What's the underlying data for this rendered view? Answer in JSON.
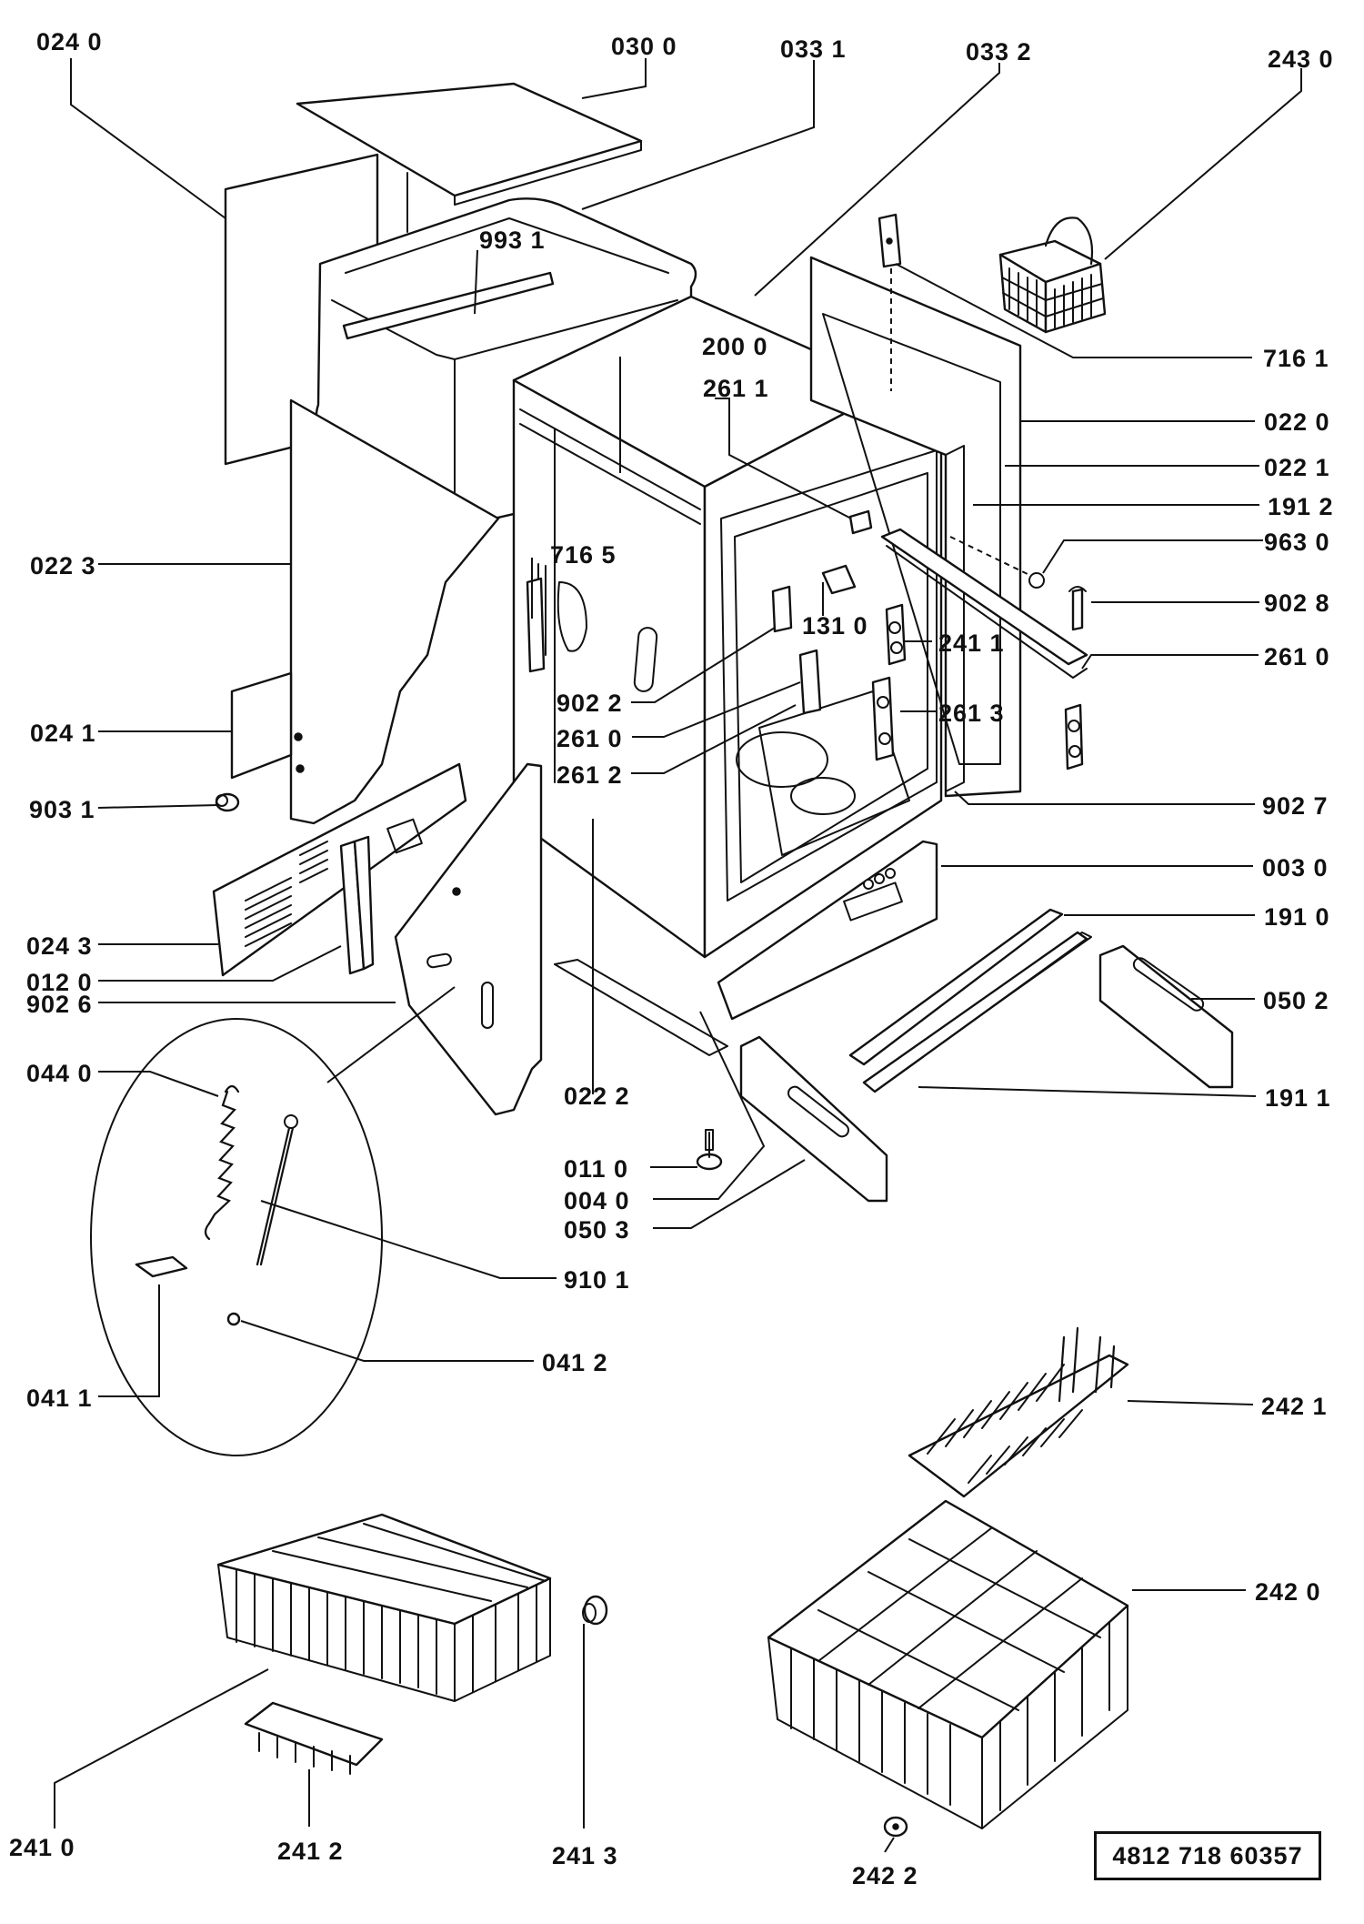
{
  "labels": {
    "p0240": "024 0",
    "p0300": "030 0",
    "p0331": "033 1",
    "p0332": "033 2",
    "p2430": "243 0",
    "p9931": "993 1",
    "p2000": "200 0",
    "p2611": "261 1",
    "p7161": "716 1",
    "p0220": "022 0",
    "p0221": "022 1",
    "p1912": "191 2",
    "p9630": "963 0",
    "p9028": "902 8",
    "p0223": "022 3",
    "p7165": "716 5",
    "p1310": "131 0",
    "p2411": "241 1",
    "p2610a": "261 0",
    "p9022": "902 2",
    "p2610b": "261 0",
    "p2613": "261 3",
    "p0241": "024 1",
    "p2612": "261 2",
    "p9031": "903 1",
    "p9027": "902 7",
    "p0030": "003 0",
    "p0243": "024 3",
    "p1910": "191 0",
    "p0120": "012 0",
    "p0502": "050 2",
    "p9026": "902 6",
    "p0440": "044 0",
    "p0222": "022 2",
    "p1911": "191 1",
    "p0110": "011 0",
    "p0040": "004 0",
    "p0503": "050 3",
    "p9101": "910 1",
    "p0412": "041 2",
    "p0411": "041 1",
    "p2421": "242 1",
    "p2420": "242 0",
    "p2410": "241 0",
    "p2412": "241 2",
    "p2413": "241 3",
    "p2422": "242 2"
  },
  "document_code": "4812 718 60357"
}
